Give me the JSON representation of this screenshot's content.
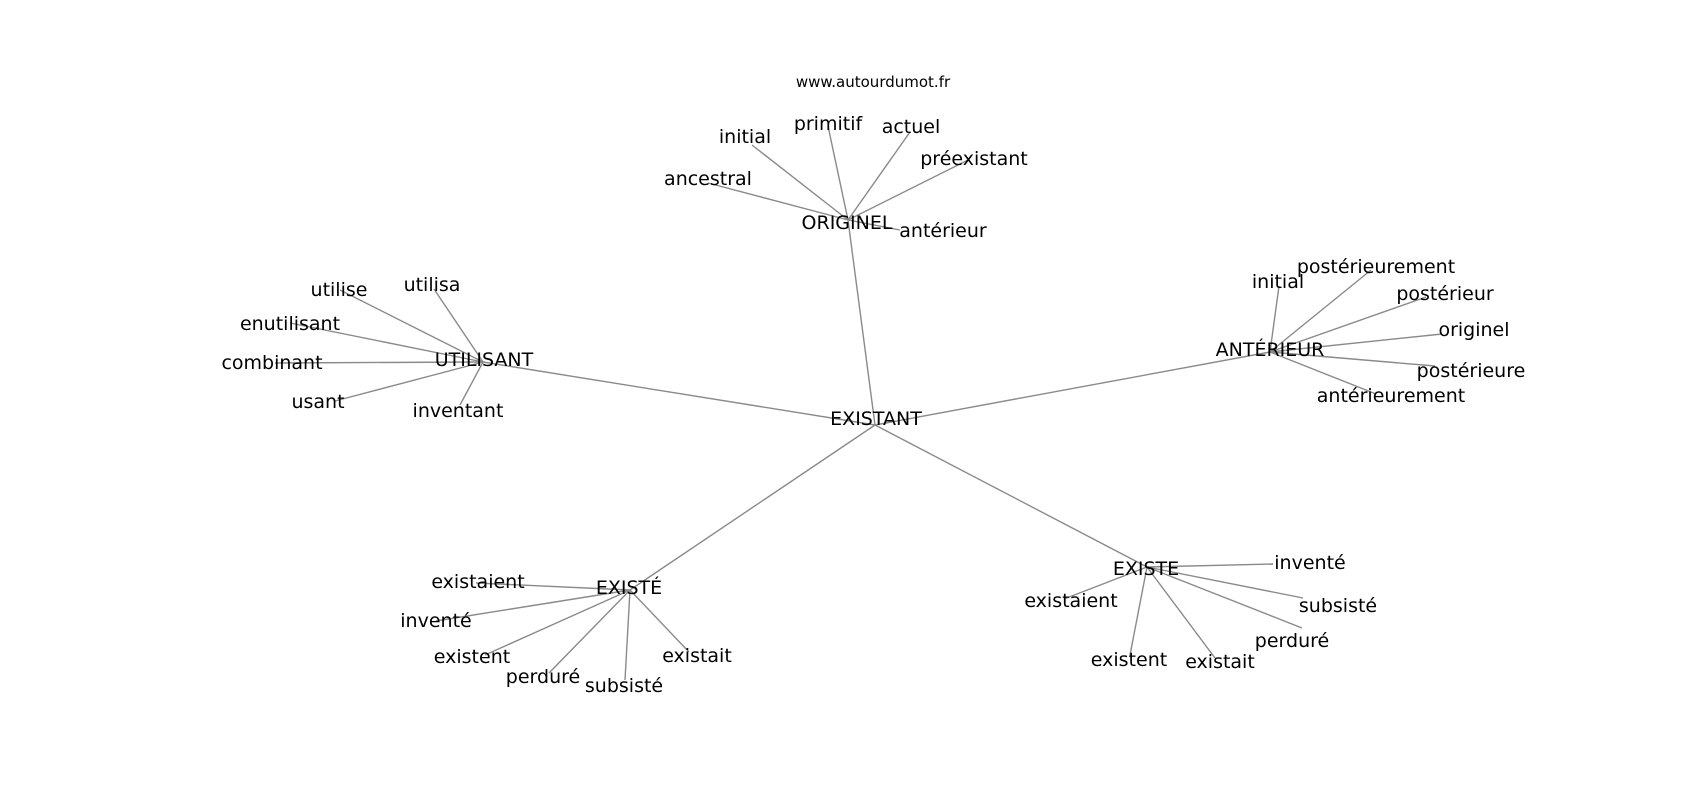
{
  "site": "www.autourdumot.fr",
  "graph": {
    "center": "EXISTANT",
    "hubs": [
      {
        "id": "originel",
        "label": "ORIGINEL",
        "leaves": [
          "ancestral",
          "initial",
          "primitif",
          "actuel",
          "préexistant",
          "antérieur"
        ]
      },
      {
        "id": "utilisant",
        "label": "UTILISANT",
        "leaves": [
          "utilise",
          "utilisa",
          "enutilisant",
          "combinant",
          "usant",
          "inventant"
        ]
      },
      {
        "id": "anterieur",
        "label": "ANTÉRIEUR",
        "leaves": [
          "initial",
          "postérieurement",
          "postérieur",
          "originel",
          "postérieure",
          "antérieurement"
        ]
      },
      {
        "id": "existe-accent",
        "label": "EXISTÉ",
        "leaves": [
          "existaient",
          "inventé",
          "existent",
          "perduré",
          "subsisté",
          "existait"
        ]
      },
      {
        "id": "existe",
        "label": "EXISTE",
        "leaves": [
          "existaient",
          "existent",
          "existait",
          "perduré",
          "subsisté",
          "inventé"
        ]
      }
    ]
  }
}
